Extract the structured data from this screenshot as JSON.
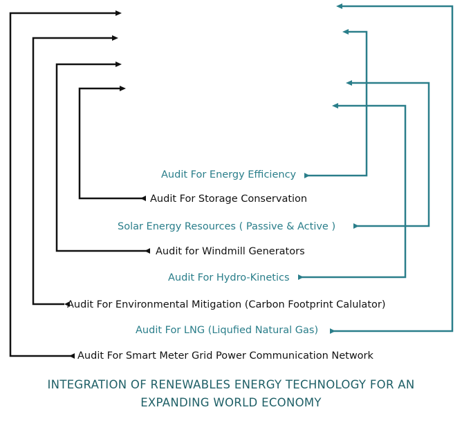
{
  "colors": {
    "black": "#111111",
    "teal": "#2a7e8a",
    "caption": "#1e5f66"
  },
  "labels": {
    "energy_efficiency": "Audit For Energy Efficiency",
    "storage_conservation": "Audit For Storage Conservation",
    "solar_energy": "Solar Energy Resources ( Passive & Active )",
    "windmill": "Audit for Windmill Generators",
    "hydro_kinetics": "Audit For Hydro-Kinetics",
    "environmental": "Audit For Environmental Mitigation (Carbon Footprint Calulator)",
    "lng": "Audit For LNG (Liqufied Natural Gas)",
    "smart_meter": "Audit For Smart Meter Grid Power Communication Network"
  },
  "caption": {
    "line1": "INTEGRATION OF RENEWABLES ENERGY TECHNOLOGY FOR AN",
    "line2": "EXPANDING WORLD ECONOMY"
  }
}
